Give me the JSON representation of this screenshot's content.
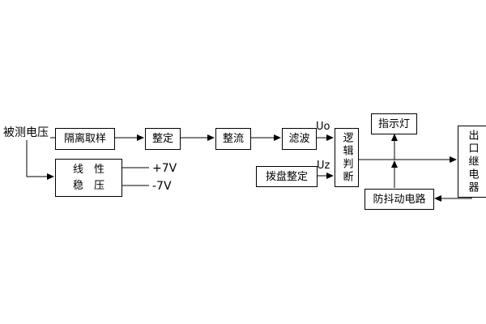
{
  "diagram": {
    "source_label": "被测电压",
    "blocks": {
      "isolation_sampling": "隔离取样",
      "setting": "整定",
      "rectifier": "整流",
      "filter": "滤波",
      "logic_judgment": "逻辑判断",
      "dial_setting": "拨盘整定",
      "indicator_light": "指示灯",
      "output_relay": "出口继电器",
      "anti_jitter_circuit": "防抖动电路",
      "linear_regulator_line1": "线　性",
      "linear_regulator_line2": "稳　压"
    },
    "signals": {
      "uo": "Uo",
      "uz": "Uz",
      "plus_7v": "+7V",
      "minus_7v": "-7V"
    },
    "colors": {
      "line": "#000000",
      "box_border": "#000000",
      "background": "#ffffff",
      "text": "#000000"
    },
    "connections": [
      {
        "from": "source",
        "to": "isolation_sampling"
      },
      {
        "from": "source",
        "to": "linear_regulator"
      },
      {
        "from": "isolation_sampling",
        "to": "setting"
      },
      {
        "from": "setting",
        "to": "rectifier"
      },
      {
        "from": "rectifier",
        "to": "filter"
      },
      {
        "from": "filter",
        "to": "logic_judgment",
        "label": "Uo"
      },
      {
        "from": "dial_setting",
        "to": "logic_judgment",
        "label": "Uz"
      },
      {
        "from": "logic_judgment",
        "to": "output_relay"
      },
      {
        "from": "logic_judgment",
        "to": "indicator_light"
      },
      {
        "from": "output_relay",
        "to": "anti_jitter_circuit"
      },
      {
        "from": "anti_jitter_circuit",
        "to": "logic_judgment_output_line"
      },
      {
        "from": "linear_regulator",
        "to": "plus_7v"
      },
      {
        "from": "linear_regulator",
        "to": "minus_7v"
      }
    ]
  }
}
